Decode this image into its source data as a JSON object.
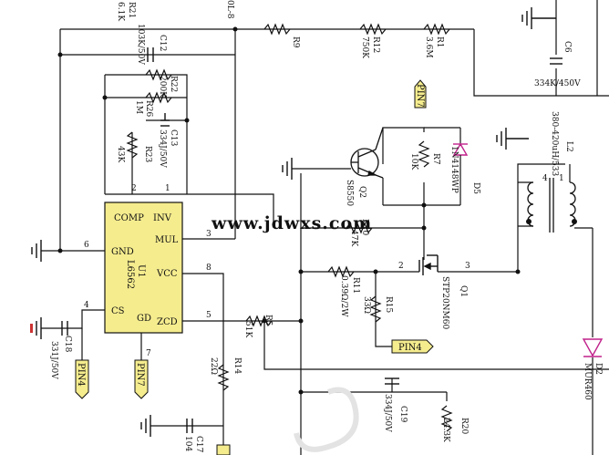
{
  "watermark": "www.jdwxs.com",
  "ic": {
    "ref": "U1",
    "part": "L6562",
    "pin_names": {
      "inv": "INV",
      "comp": "COMP",
      "mul": "MUL",
      "gnd": "GND",
      "vcc": "VCC",
      "cs": "CS",
      "gd": "GD",
      "zcd": "ZCD"
    },
    "pin_numbers": {
      "inv": "1",
      "comp": "2",
      "mul": "3",
      "cs": "4",
      "zcd": "5",
      "gnd": "6",
      "gd": "7",
      "vcc": "8"
    }
  },
  "components": {
    "R21": {
      "ref": "R21",
      "value": "6.1K"
    },
    "C12": {
      "ref": "C12",
      "value": "103K/50V"
    },
    "R22": {
      "ref": "R22",
      "value": "200K"
    },
    "R26": {
      "ref": "R26",
      "value": "1M"
    },
    "C13": {
      "ref": "C13",
      "value": "334J/50V"
    },
    "R23": {
      "ref": "R23",
      "value": "43K"
    },
    "R9": {
      "ref": "R9"
    },
    "R12": {
      "ref": "R12",
      "value": "750K"
    },
    "R1": {
      "ref": "R1",
      "value": "3.6M"
    },
    "C6": {
      "ref": "C6",
      "value": "334K/450V"
    },
    "L2": {
      "ref": "L2",
      "value": "380-420uH/533"
    },
    "Q2": {
      "ref": "Q2",
      "value": "S8550"
    },
    "R7": {
      "ref": "R7",
      "value": "10K"
    },
    "D5": {
      "ref": "D5",
      "value": "1N4148WP"
    },
    "R10": {
      "ref": "R10",
      "value": "47K"
    },
    "R11": {
      "ref": "R11",
      "value": "0.39Ω/2W"
    },
    "R15": {
      "ref": "R15",
      "value": "33Ω"
    },
    "Q1": {
      "ref": "Q1",
      "value": "STP20NM60"
    },
    "R5": {
      "ref": "R5",
      "value": "51K"
    },
    "R14": {
      "ref": "R14",
      "value": "22Ω"
    },
    "C18": {
      "ref": "C18",
      "value": "331J/50V"
    },
    "C17": {
      "ref": "C17",
      "value": "104"
    },
    "C19": {
      "ref": "C19",
      "value": "334J/50V"
    },
    "R20": {
      "ref": "R20",
      "value": "24.3K"
    },
    "D2": {
      "ref": "D2",
      "value": "MUR460"
    }
  },
  "net_labels": {
    "pin7_top": "PIN7",
    "pin4_right": "PIN4",
    "pin4_left": "PIN4",
    "pin7_bottom": "PIN7",
    "top_clip": "0L-8"
  },
  "q1_pins": {
    "gate": "2",
    "drain": "3"
  },
  "l2_pins": {
    "p4": "4",
    "p1": "1"
  }
}
